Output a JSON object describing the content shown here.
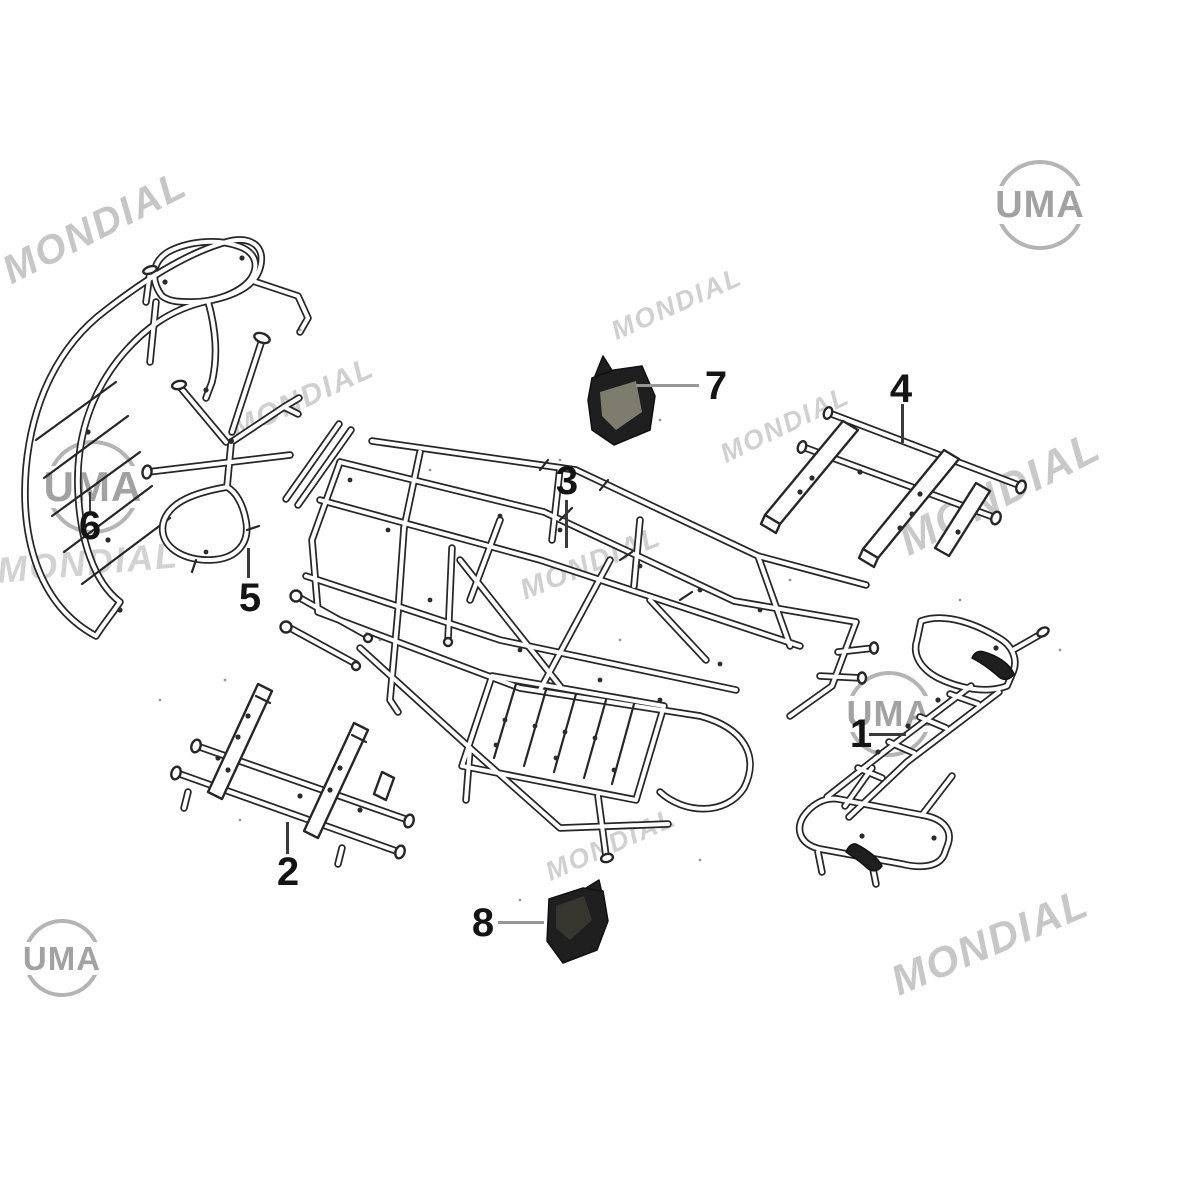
{
  "watermark": {
    "text": "MONDIAL"
  },
  "logo": {
    "text": "UMA"
  },
  "callouts": [
    {
      "label": "1"
    },
    {
      "label": "2"
    },
    {
      "label": "3"
    },
    {
      "label": "4"
    },
    {
      "label": "5"
    },
    {
      "label": "6"
    },
    {
      "label": "7"
    },
    {
      "label": "8"
    }
  ],
  "colors": {
    "background": "#ffffff",
    "line_art": "#262626",
    "watermark_gray": "#cbcbcb",
    "logo_gray": "#a2a2a2",
    "black_part_fill": "#1f1f1f",
    "black_part_face": "#7d7c6d"
  }
}
